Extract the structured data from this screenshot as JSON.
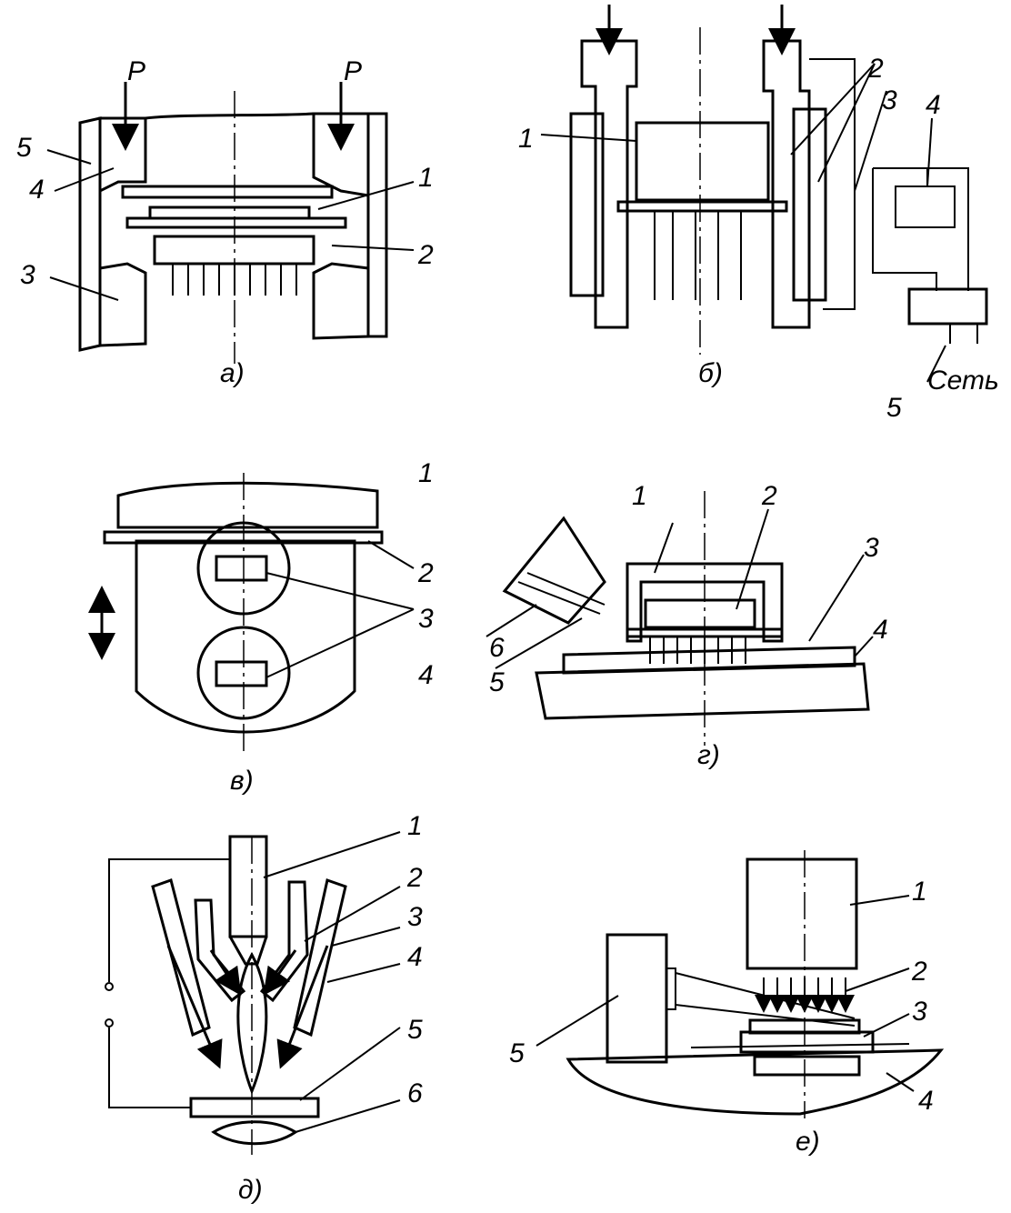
{
  "figure": {
    "panel_a": {
      "caption": "а)",
      "labels": {
        "p_left": "P",
        "p_right": "P",
        "n1": "1",
        "n2": "2",
        "n3": "3",
        "n4": "4",
        "n5": "5"
      }
    },
    "panel_b": {
      "caption": "б)",
      "labels": {
        "n1": "1",
        "n2": "2",
        "n3": "3",
        "n4": "4",
        "n5": "5",
        "mains": "Сеть"
      }
    },
    "panel_v": {
      "caption": "в)",
      "labels": {
        "n1": "1",
        "n2": "2",
        "n3": "3",
        "n4": "4"
      }
    },
    "panel_g": {
      "caption": "г)",
      "labels": {
        "n1": "1",
        "n2": "2",
        "n3": "3",
        "n4": "4",
        "n5": "5",
        "n6": "6"
      }
    },
    "panel_d": {
      "caption": "д)",
      "labels": {
        "n1": "1",
        "n2": "2",
        "n3": "3",
        "n4": "4",
        "n5": "5",
        "n6": "6"
      }
    },
    "panel_e": {
      "caption": "е)",
      "labels": {
        "n1": "1",
        "n2": "2",
        "n3": "3",
        "n4": "4",
        "n5": "5"
      }
    }
  }
}
